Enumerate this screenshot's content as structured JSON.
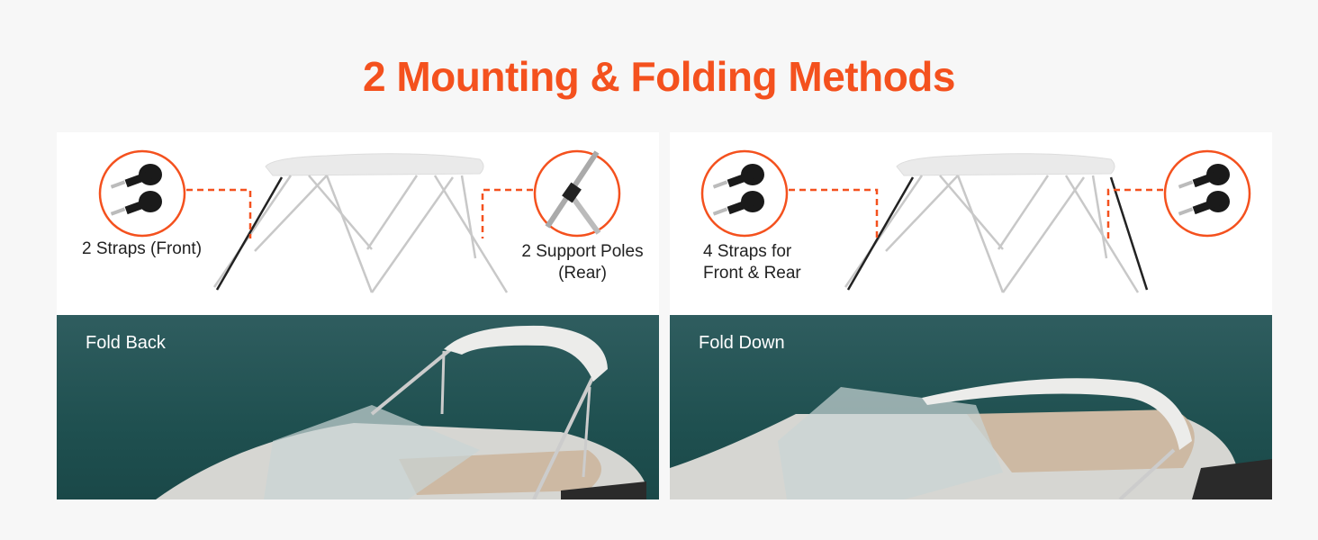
{
  "title": "2 Mounting & Folding Methods",
  "colors": {
    "accent": "#f4511e"
  },
  "panels": [
    {
      "left_label": "2 Straps (Front)",
      "right_label_line1": "2 Support Poles",
      "right_label_line2": "(Rear)",
      "fold_label": "Fold Back",
      "left_icon": "straps-icon",
      "right_icon": "support-pole-icon"
    },
    {
      "left_label_line1": "4 Straps for",
      "left_label_line2": "Front & Rear",
      "fold_label": "Fold Down",
      "left_icon": "straps-icon",
      "right_icon": "straps-icon"
    }
  ]
}
